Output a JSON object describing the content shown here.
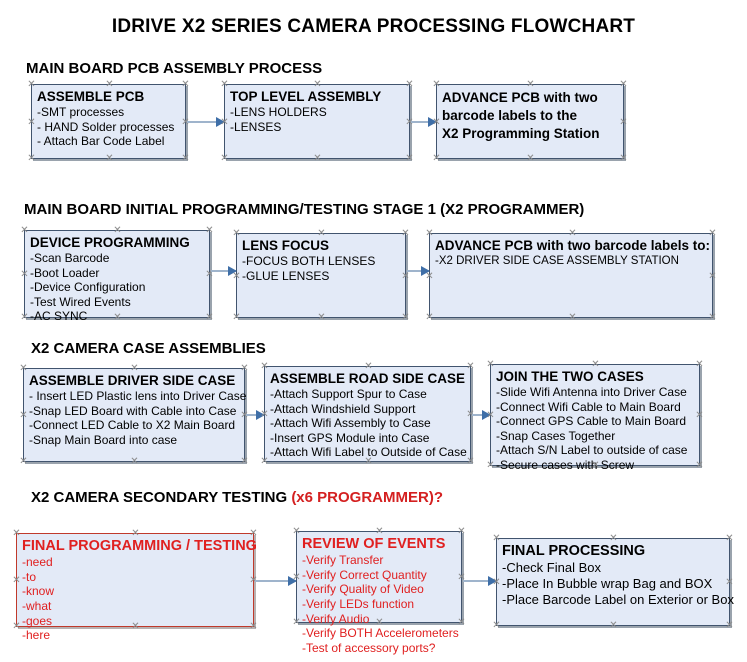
{
  "document": {
    "title": "IDRIVE X2  SERIES CAMERA PROCESSING FLOWCHART"
  },
  "colors": {
    "node_fill": "#e3eaf7",
    "node_border": "#41546e",
    "connector": "#9fb4cc",
    "arrowhead": "#3f6fa8",
    "accent_red": "#e02020",
    "text": "#000000"
  },
  "sections": [
    {
      "id": "main-board-pcb-assembly",
      "heading": "MAIN BOARD PCB ASSEMBLY PROCESS",
      "heading_accent": "",
      "nodes": [
        {
          "id": "assemble-pcb",
          "title": "ASSEMBLE PCB",
          "lines": [
            " -SMT processes",
            "- HAND Solder processes",
            "- Attach Bar Code Label"
          ]
        },
        {
          "id": "top-level-assembly",
          "title": "TOP LEVEL ASSEMBLY",
          "lines": [
            "-LENS HOLDERS",
            "-LENSES"
          ]
        },
        {
          "id": "advance-pcb-to-x2-programming-station",
          "title": "",
          "bold_lines": [
            "ADVANCE PCB with two",
            "barcode labels to the",
            " X2 Programming Station"
          ],
          "lines": []
        }
      ],
      "connectors": 2
    },
    {
      "id": "main-board-initial-programming",
      "heading": "MAIN BOARD INITIAL PROGRAMMING/TESTING STAGE 1 (X2 PROGRAMMER)",
      "heading_accent": "",
      "nodes": [
        {
          "id": "device-programming",
          "title": "DEVICE PROGRAMMING",
          "lines": [
            "-Scan Barcode",
            "-Boot Loader",
            "-Device Configuration",
            "-Test Wired Events",
            "-AC SYNC"
          ]
        },
        {
          "id": "lens-focus",
          "title": "LENS FOCUS",
          "lines": [
            "-FOCUS BOTH LENSES",
            "-GLUE LENSES"
          ]
        },
        {
          "id": "advance-pcb-to-driver-side-case-station",
          "title": "ADVANCE PCB with two barcode labels to:",
          "lines": [
            "-X2 DRIVER  SIDE  CASE  ASSEMBLY STATION"
          ]
        }
      ],
      "connectors": 2
    },
    {
      "id": "x2-camera-case-assemblies",
      "heading": "X2 CAMERA CASE ASSEMBLIES",
      "heading_accent": "",
      "nodes": [
        {
          "id": "assemble-driver-side-case",
          "title": "ASSEMBLE DRIVER SIDE CASE",
          "lines": [
            "- Insert LED Plastic lens into Driver Case",
            "-Snap LED Board with Cable into Case",
            "-Connect LED Cable to X2 Main Board",
            "-Snap Main Board into case"
          ]
        },
        {
          "id": "assemble-road-side-case",
          "title": "ASSEMBLE ROAD SIDE CASE",
          "lines": [
            "-Attach Support Spur to Case",
            "-Attach Windshield Support",
            "-Attach Wifi Assembly to Case",
            "-Insert GPS Module into Case",
            "-Attach Wifi Label to Outside of Case"
          ]
        },
        {
          "id": "join-the-two-cases",
          "title": "JOIN THE TWO CASES",
          "lines": [
            "-Slide Wifi Antenna into Driver Case",
            "-Connect Wifi Cable to Main Board",
            "-Connect GPS Cable to Main Board",
            "-Snap Cases Together",
            "-Attach S/N Label to outside of case",
            "-Secure cases with Screw"
          ]
        }
      ],
      "connectors": 2
    },
    {
      "id": "x2-camera-secondary-testing",
      "heading": "X2 CAMERA SECONDARY TESTING ",
      "heading_accent": "(x6 PROGRAMMER)?",
      "nodes": [
        {
          "id": "final-programming-testing",
          "title": "FINAL PROGRAMMING / TESTING",
          "lines": [
            "-need",
            "-to",
            "-know",
            "-what",
            "-goes",
            "-here"
          ]
        },
        {
          "id": "review-of-events",
          "title": "REVIEW OF EVENTS",
          "lines": [
            "-Verify Transfer",
            "-Verify Correct Quantity",
            "-Verify Quality of Video",
            "-Verify LEDs function",
            "-Verify Audio",
            "-Verify BOTH Accelerometers",
            "-Test of accessory ports?"
          ]
        },
        {
          "id": "final-processing",
          "title": "FINAL PROCESSING",
          "lines": [
            " -Check Final Box",
            "-Place In Bubble wrap Bag and BOX",
            "-Place Barcode Label on Exterior or Box"
          ]
        }
      ],
      "connectors": 2
    }
  ]
}
